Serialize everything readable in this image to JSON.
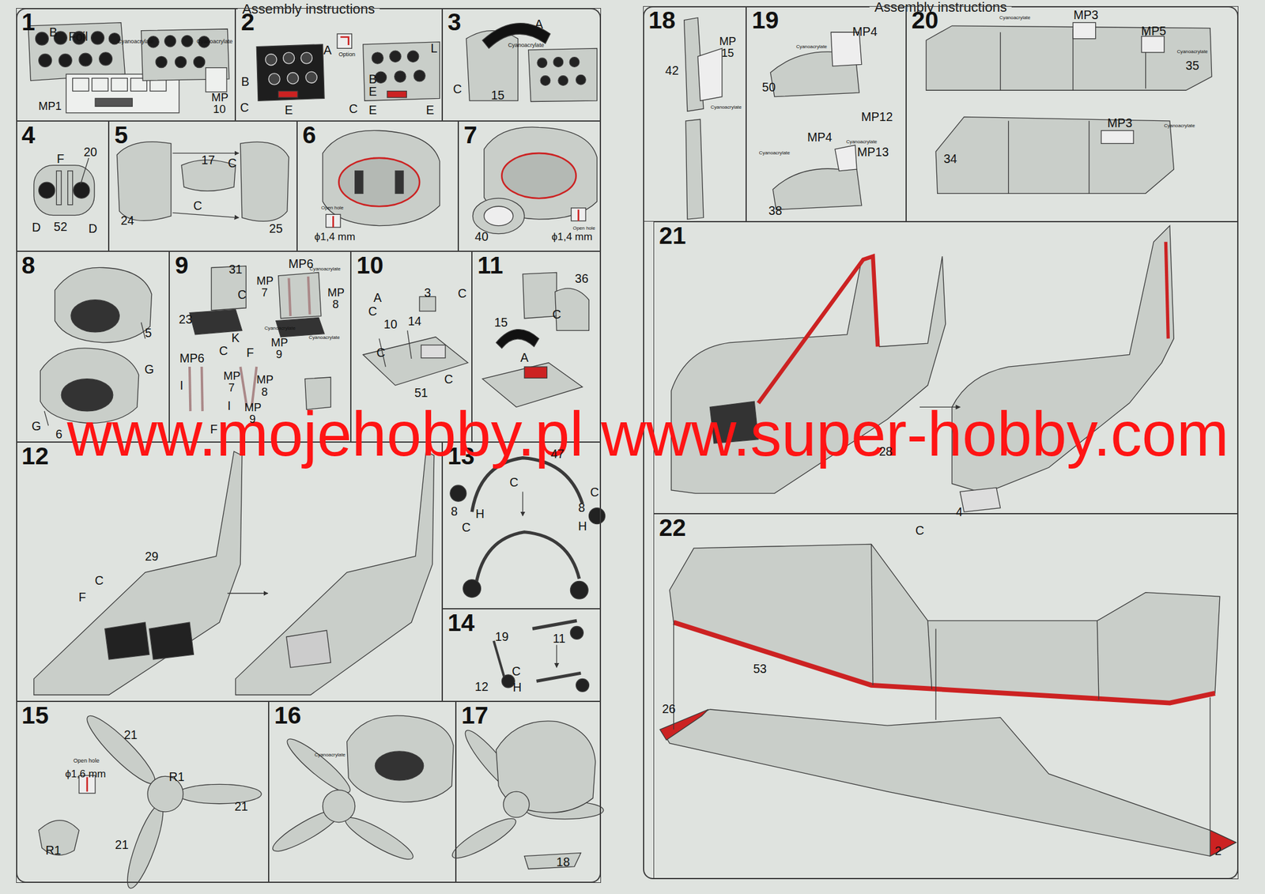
{
  "diagram": {
    "nodes": [
      {
        "text": [
          "Assembly instructions"
        ]
      },
      {
        "text": [
          "1"
        ],
        "in": 0
      },
      {
        "text": [
          "2"
        ],
        "in": 0
      },
      {
        "text": [
          "3"
        ],
        "in": 0
      },
      {
        "text": [
          "4"
        ],
        "in": 0
      },
      {
        "text": [
          "5"
        ],
        "in": 0
      },
      {
        "text": [
          "6"
        ],
        "in": 0
      },
      {
        "text": [
          "7"
        ],
        "in": 0
      },
      {
        "text": [
          "8"
        ],
        "in": 0
      },
      {
        "text": [
          "9"
        ],
        "in": 0
      },
      {
        "text": [
          "10"
        ],
        "in": 0
      },
      {
        "text": [
          "11"
        ],
        "in": 0
      },
      {
        "text": [
          "12"
        ],
        "in": 0
      },
      {
        "text": [
          "13"
        ],
        "in": 0
      },
      {
        "text": [
          "14"
        ],
        "in": 0
      },
      {
        "text": [
          "15"
        ],
        "in": 0
      },
      {
        "text": [
          "16"
        ],
        "in": 0
      },
      {
        "text": [
          "17"
        ],
        "in": 0
      },
      {
        "text": [
          "Assembly instructions"
        ]
      },
      {
        "text": [
          "18"
        ],
        "in": 18
      },
      {
        "text": [
          "19"
        ],
        "in": 18
      },
      {
        "text": [
          "20"
        ],
        "in": 18
      },
      {
        "text": [
          "21"
        ],
        "in": 18
      },
      {
        "text": [
          "22"
        ],
        "in": 18
      }
    ],
    "labels": [
      "B",
      "Foil",
      "Cyanoacrylate",
      "Cyanoacrylate",
      "MP1",
      "MP 10",
      "A",
      "Option",
      "B",
      "C",
      "E",
      "L",
      "B",
      "E",
      "C",
      "E",
      "E",
      "A",
      "Cyanoacrylate",
      "C",
      "15",
      "F",
      "20",
      "D",
      "52",
      "D",
      "17",
      "C",
      "C",
      "24",
      "25",
      "Open hole",
      "ϕ1,4 mm",
      "40",
      "Open hole",
      "ϕ1,4 mm",
      "5",
      "G",
      "G",
      "6",
      "31",
      "MP6",
      "Cyanoacrylate",
      "MP 7",
      "C",
      "MP 8",
      "23",
      "Cyanoacrylate",
      "K",
      "Cyanoacrylate",
      "C",
      "MP 9",
      "MP6",
      "F",
      "MP 7",
      "MP 8",
      "I",
      "I",
      "F",
      "MP 9",
      "A",
      "3",
      "C",
      "C",
      "10",
      "14",
      "C",
      "C",
      "51",
      "36",
      "C",
      "15",
      "A",
      "www.mojehobby.pl www.super-hobby.com",
      "29",
      "C",
      "F",
      "47",
      "C",
      "8",
      "H",
      "C",
      "C",
      "8",
      "H",
      "19",
      "11",
      "C",
      "12",
      "H",
      "21",
      "Open hole",
      "ϕ1,6 mm",
      "R1",
      "21",
      "R1",
      "21",
      "Cyanoacrylate",
      "18",
      "42",
      "MP 15",
      "Cyanoacrylate",
      "MP4",
      "Cyanoacrylate",
      "50",
      "MP12",
      "MP4",
      "Cyanoacrylate",
      "MP13",
      "Cyanoacrylate",
      "38",
      "Cyanoacrylate",
      "MP3",
      "MP5",
      "Cyanoacrylate",
      "35",
      "MP3",
      "Cyanoacrylate",
      "34",
      "28",
      "4",
      "C",
      "53",
      "26",
      "2"
    ]
  }
}
